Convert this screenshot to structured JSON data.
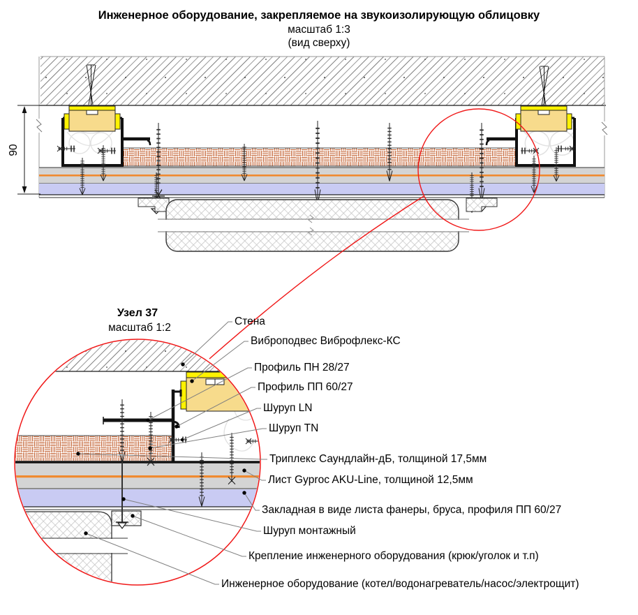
{
  "header": {
    "title": "Инженерное оборудование, закрепляемое на звукоизолирующую облицовку",
    "scale": "масштаб 1:3",
    "view_note": "(вид сверху)"
  },
  "main_view": {
    "height_dimension": "90"
  },
  "detail_view": {
    "title": "Узел 37",
    "scale": "масштаб 1:2"
  },
  "callouts": [
    {
      "id": "wall",
      "text": "Стена"
    },
    {
      "id": "vibro-hanger",
      "text": "Виброподвес Виброфлекс-КС"
    },
    {
      "id": "profile-pn",
      "text": "Профиль ПН 28/27"
    },
    {
      "id": "profile-pp",
      "text": "Профиль ПП 60/27"
    },
    {
      "id": "screw-ln",
      "text": "Шуруп LN"
    },
    {
      "id": "screw-tn",
      "text": "Шуруп TN"
    },
    {
      "id": "triplex",
      "text": "Триплекс Саундлайн-дБ, толщиной 17,5мм"
    },
    {
      "id": "gyproc",
      "text": "Лист Gyproc AKU-Line, толщиной 12,5мм"
    },
    {
      "id": "embed",
      "text": "Закладная в виде листа фанеры, бруса, профиля ПП 60/27"
    },
    {
      "id": "screw-mount",
      "text": "Шуруп монтажный"
    },
    {
      "id": "equip-fastening",
      "text": "Крепление инженерного оборудования (крюк/уголок и т.п)"
    },
    {
      "id": "equipment",
      "text": "Инженерное оборудование (котел/водонагреватель/насос/электрощит)"
    }
  ],
  "colors": {
    "mount_body": "#F7DB8C",
    "mount_strip": "#FFF200",
    "triplex_hatch": "#C05A28",
    "gyproc_gray": "#D4D4D4",
    "membrane_orange": "#F08A30",
    "embed_blue": "#C9CBF3",
    "detail_red": "#F01818",
    "leader_gray": "#808080"
  }
}
